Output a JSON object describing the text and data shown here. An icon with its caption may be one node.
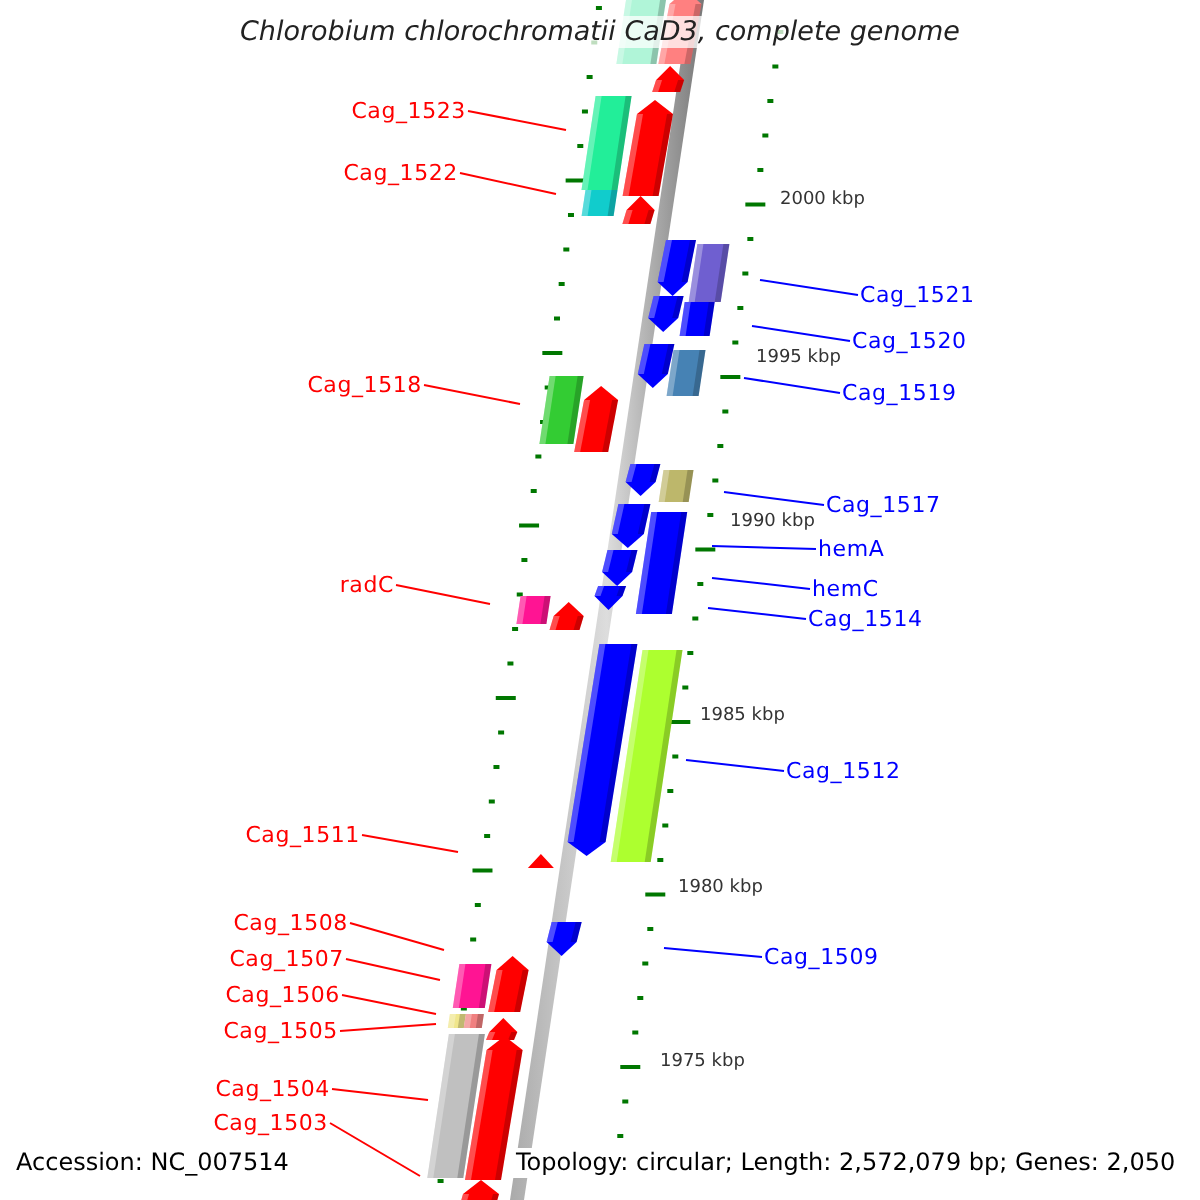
{
  "diagram": {
    "title": "Chlorobium chlorochromatii CaD3, complete genome",
    "nodes": [
      {
        "text": [
          "Cag_1523"
        ]
      },
      {
        "text": [
          "Cag_1522"
        ]
      },
      {
        "text": [
          "Cag_1521"
        ]
      },
      {
        "text": [
          "Cag_1520"
        ]
      },
      {
        "text": [
          "Cag_1519"
        ]
      },
      {
        "text": [
          "Cag_1518"
        ]
      },
      {
        "text": [
          "Cag_1517"
        ]
      },
      {
        "text": [
          "hemA"
        ]
      },
      {
        "text": [
          "hemC"
        ]
      },
      {
        "text": [
          "Cag_1514"
        ]
      },
      {
        "text": [
          "radC"
        ]
      },
      {
        "text": [
          "Cag_1512"
        ]
      },
      {
        "text": [
          "Cag_1511"
        ]
      },
      {
        "text": [
          "Cag_1509"
        ]
      },
      {
        "text": [
          "Cag_1508"
        ]
      },
      {
        "text": [
          "Cag_1507"
        ]
      },
      {
        "text": [
          "Cag_1506"
        ]
      },
      {
        "text": [
          "Cag_1505"
        ]
      },
      {
        "text": [
          "Cag_1504"
        ]
      },
      {
        "text": [
          "Cag_1503"
        ]
      }
    ],
    "edges": [
      {
        "from": 0,
        "to": null,
        "arrow": "none"
      },
      {
        "from": 1,
        "to": null,
        "arrow": "none"
      },
      {
        "from": 2,
        "to": null,
        "arrow": "none",
        "color": "#0000ff"
      },
      {
        "from": 3,
        "to": null,
        "arrow": "none",
        "color": "#0000ff"
      },
      {
        "from": 4,
        "to": null,
        "arrow": "none",
        "color": "#0000ff"
      },
      {
        "from": 5,
        "to": null,
        "arrow": "none"
      },
      {
        "from": 6,
        "to": null,
        "arrow": "none",
        "color": "#0000ff"
      },
      {
        "from": 7,
        "to": null,
        "arrow": "none",
        "color": "#0000ff"
      },
      {
        "from": 8,
        "to": null,
        "arrow": "none",
        "color": "#0000ff"
      },
      {
        "from": 9,
        "to": null,
        "arrow": "none",
        "color": "#0000ff"
      },
      {
        "from": 10,
        "to": null,
        "arrow": "none"
      },
      {
        "from": 11,
        "to": null,
        "arrow": "none",
        "color": "#0000ff"
      },
      {
        "from": 12,
        "to": null,
        "arrow": "none"
      },
      {
        "from": 13,
        "to": null,
        "arrow": "none",
        "color": "#0000ff"
      },
      {
        "from": 14,
        "to": null,
        "arrow": "none"
      },
      {
        "from": 15,
        "to": null,
        "arrow": "none"
      },
      {
        "from": 16,
        "to": null,
        "arrow": "none"
      },
      {
        "from": 17,
        "to": null,
        "arrow": "none"
      },
      {
        "from": 18,
        "to": null,
        "arrow": "none"
      },
      {
        "from": 19,
        "to": null,
        "arrow": "none"
      }
    ],
    "labels": [
      "2000 kbp",
      "1995 kbp",
      "1990 kbp",
      "1985 kbp",
      "1980 kbp",
      "1975 kbp",
      "Accession: NC_007514",
      "Topology: circular; Length: 2,572,079 bp; Genes: 2,050"
    ]
  }
}
